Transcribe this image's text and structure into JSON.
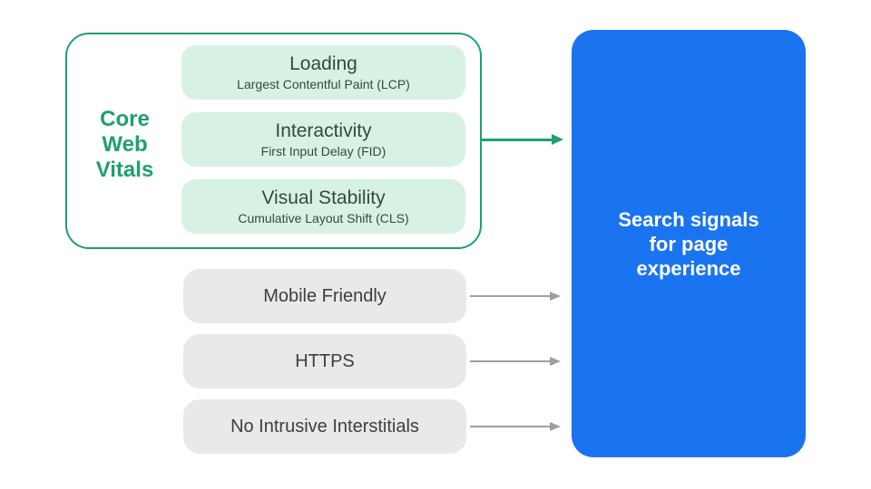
{
  "colors": {
    "green": "#1EA06F",
    "green_light": "#D7F2E3",
    "green_text": "#33493F",
    "gray_box": "#E8E9EB",
    "gray_text": "#3C4043",
    "arrow_gray": "#9AA0A6",
    "blue": "#1A74F0",
    "result_text": "#FFFFFF"
  },
  "core_web_vitals": {
    "label_lines": [
      "Core",
      "Web",
      "Vitals"
    ],
    "items": [
      {
        "title": "Loading",
        "subtitle": "Largest Contentful Paint (LCP)"
      },
      {
        "title": "Interactivity",
        "subtitle": "First Input Delay (FID)"
      },
      {
        "title": "Visual Stability",
        "subtitle": "Cumulative Layout Shift (CLS)"
      }
    ]
  },
  "other_signals": [
    {
      "label": "Mobile Friendly"
    },
    {
      "label": "HTTPS"
    },
    {
      "label": "No Intrusive Interstitials"
    }
  ],
  "result": {
    "lines": [
      "Search signals",
      "for page",
      "experience"
    ]
  }
}
